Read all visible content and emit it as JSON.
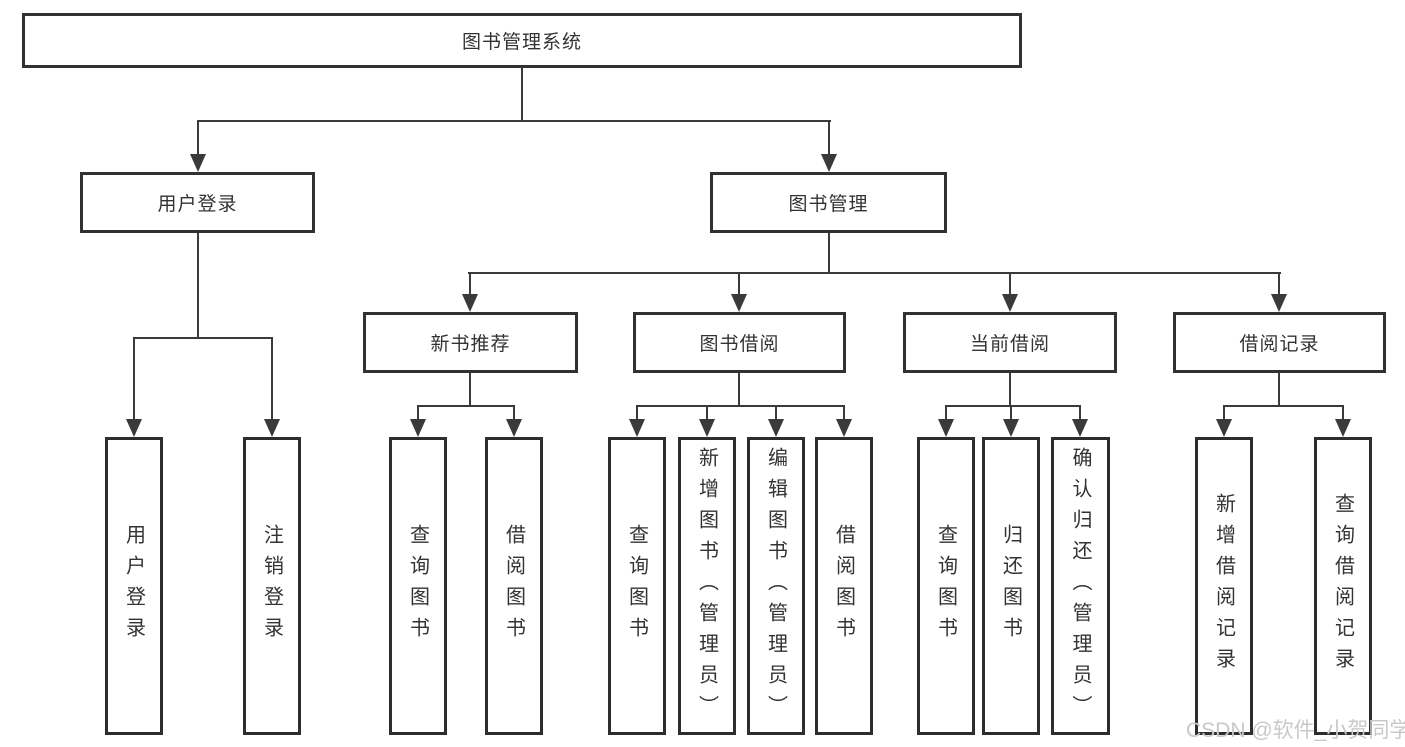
{
  "root": {
    "label": "图书管理系统"
  },
  "user_login": {
    "label": "用户登录",
    "leaves": [
      {
        "label": "用户登录"
      },
      {
        "label": "注销登录"
      }
    ]
  },
  "book_mgmt": {
    "label": "图书管理",
    "sections": [
      {
        "label": "新书推荐",
        "leaves": [
          {
            "label": "查询图书"
          },
          {
            "label": "借阅图书"
          }
        ]
      },
      {
        "label": "图书借阅",
        "leaves": [
          {
            "label": "查询图书"
          },
          {
            "label": "新增图书（管理员）"
          },
          {
            "label": "编辑图书（管理员）"
          },
          {
            "label": "借阅图书"
          }
        ]
      },
      {
        "label": "当前借阅",
        "leaves": [
          {
            "label": "查询图书"
          },
          {
            "label": "归还图书"
          },
          {
            "label": "确认归还（管理员）"
          }
        ]
      },
      {
        "label": "借阅记录",
        "leaves": [
          {
            "label": "新增借阅记录"
          },
          {
            "label": "查询借阅记录"
          }
        ]
      }
    ]
  },
  "watermark": {
    "text": "CSDN @软件_小贺同学"
  },
  "colors": {
    "line": "#3a3a3a",
    "border": "#2d2d2d",
    "text": "#333333",
    "watermark": "#c9c9c9",
    "background": "#ffffff"
  }
}
